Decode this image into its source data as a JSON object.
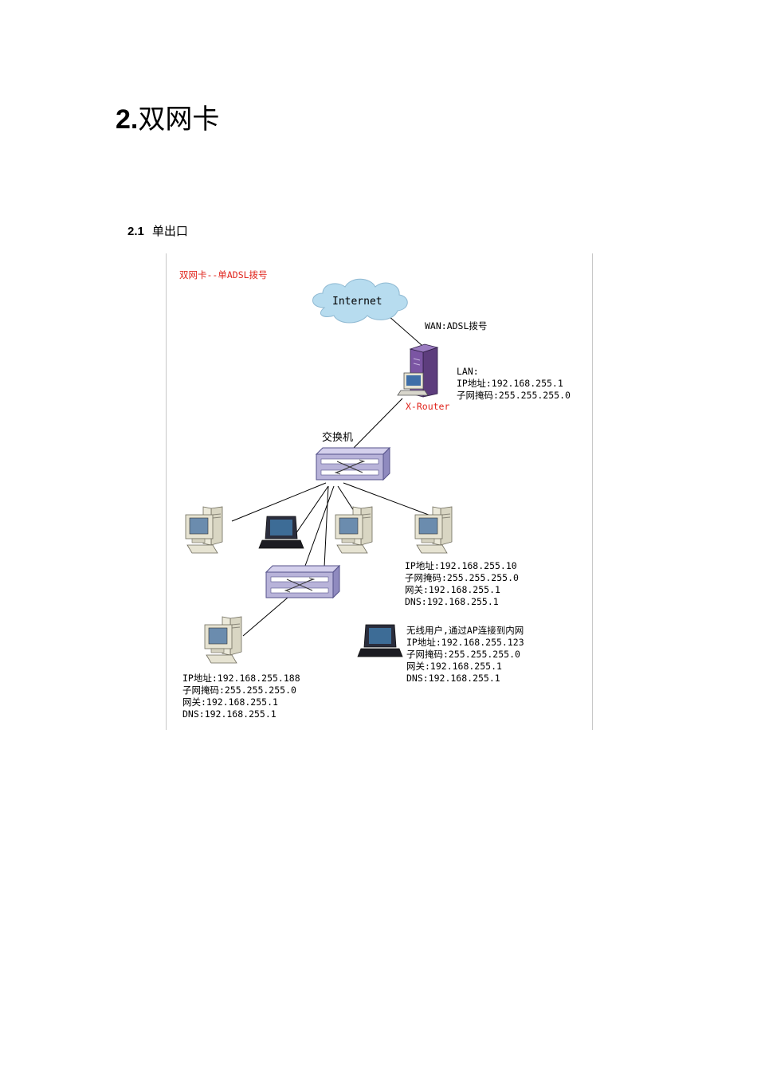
{
  "section": {
    "number": "2.",
    "title": "双网卡"
  },
  "subsection": {
    "number": "2.1",
    "title": "单出口"
  },
  "figure": {
    "caption": "双网卡--单ADSL拨号",
    "internet": "Internet",
    "wan": "WAN:ADSL拨号",
    "router": {
      "name": "X-Router",
      "lan": "LAN:",
      "ip": "IP地址:192.168.255.1",
      "mask": "子网掩码:255.255.255.0"
    },
    "switch_label": "交换机",
    "pc_right": {
      "ip": "IP地址:192.168.255.10",
      "mask": "子网掩码:255.255.255.0",
      "gateway": "网关:192.168.255.1",
      "dns": "DNS:192.168.255.1"
    },
    "pc_bottom": {
      "ip": "IP地址:192.168.255.188",
      "mask": "子网掩码:255.255.255.0",
      "gateway": "网关:192.168.255.1",
      "dns": "DNS:192.168.255.1"
    },
    "wireless": {
      "title": "无线用户,通过AP连接到内网",
      "ip": "IP地址:192.168.255.123",
      "mask": "子网掩码:255.255.255.0",
      "gateway": "网关:192.168.255.1",
      "dns": "DNS:192.168.255.1"
    },
    "colors": {
      "caption": "#e0241c",
      "router_label": "#e0241c",
      "cloud": "#b7dcef",
      "switch": "#b8b3d9"
    }
  }
}
